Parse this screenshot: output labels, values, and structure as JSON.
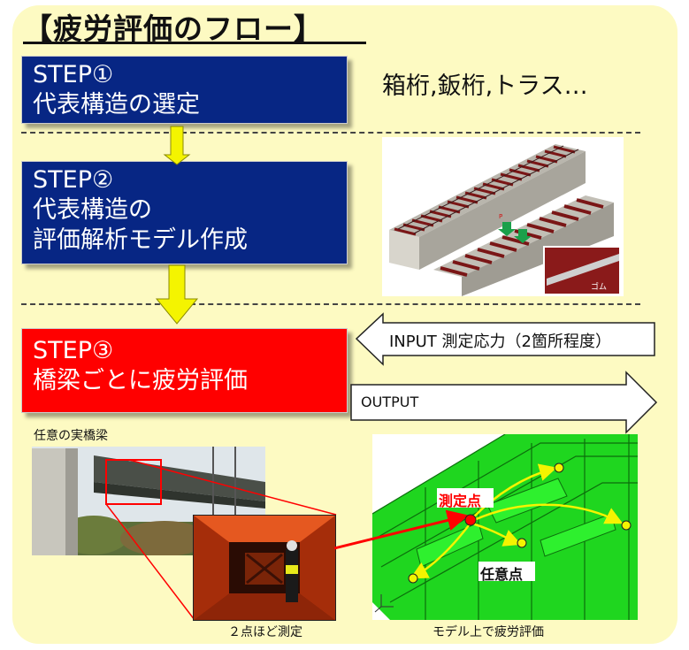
{
  "title": "【疲労評価のフロー】",
  "step1": {
    "line1": "STEP①",
    "line2": "代表構造の選定"
  },
  "step1_note": "箱桁,鈑桁,トラス…",
  "step2": {
    "line1": "STEP②",
    "line2": "代表構造の",
    "line3": "評価解析モデル作成"
  },
  "model_labels": {
    "load": "P",
    "rubber": "ゴム"
  },
  "step3": {
    "line1": "STEP③",
    "line2": "橋梁ごとに疲労評価"
  },
  "input_arrow": "INPUT 測定応力（2箇所程度）",
  "output_arrow": "OUTPUT",
  "captions": {
    "real_bridge": "任意の実橋梁",
    "measure_two_points": "２点ほど測定",
    "evaluate_on_model": "モデル上で疲労評価",
    "measurement_point": "測定点",
    "arbitrary_point": "任意点"
  },
  "colors": {
    "panel": "#fdfac2",
    "step_blue": "#072684",
    "step_red": "#ff0000",
    "flow_arrow": "#f4f400",
    "model_green": "#1fd61f",
    "highlight": "#ff0000"
  }
}
